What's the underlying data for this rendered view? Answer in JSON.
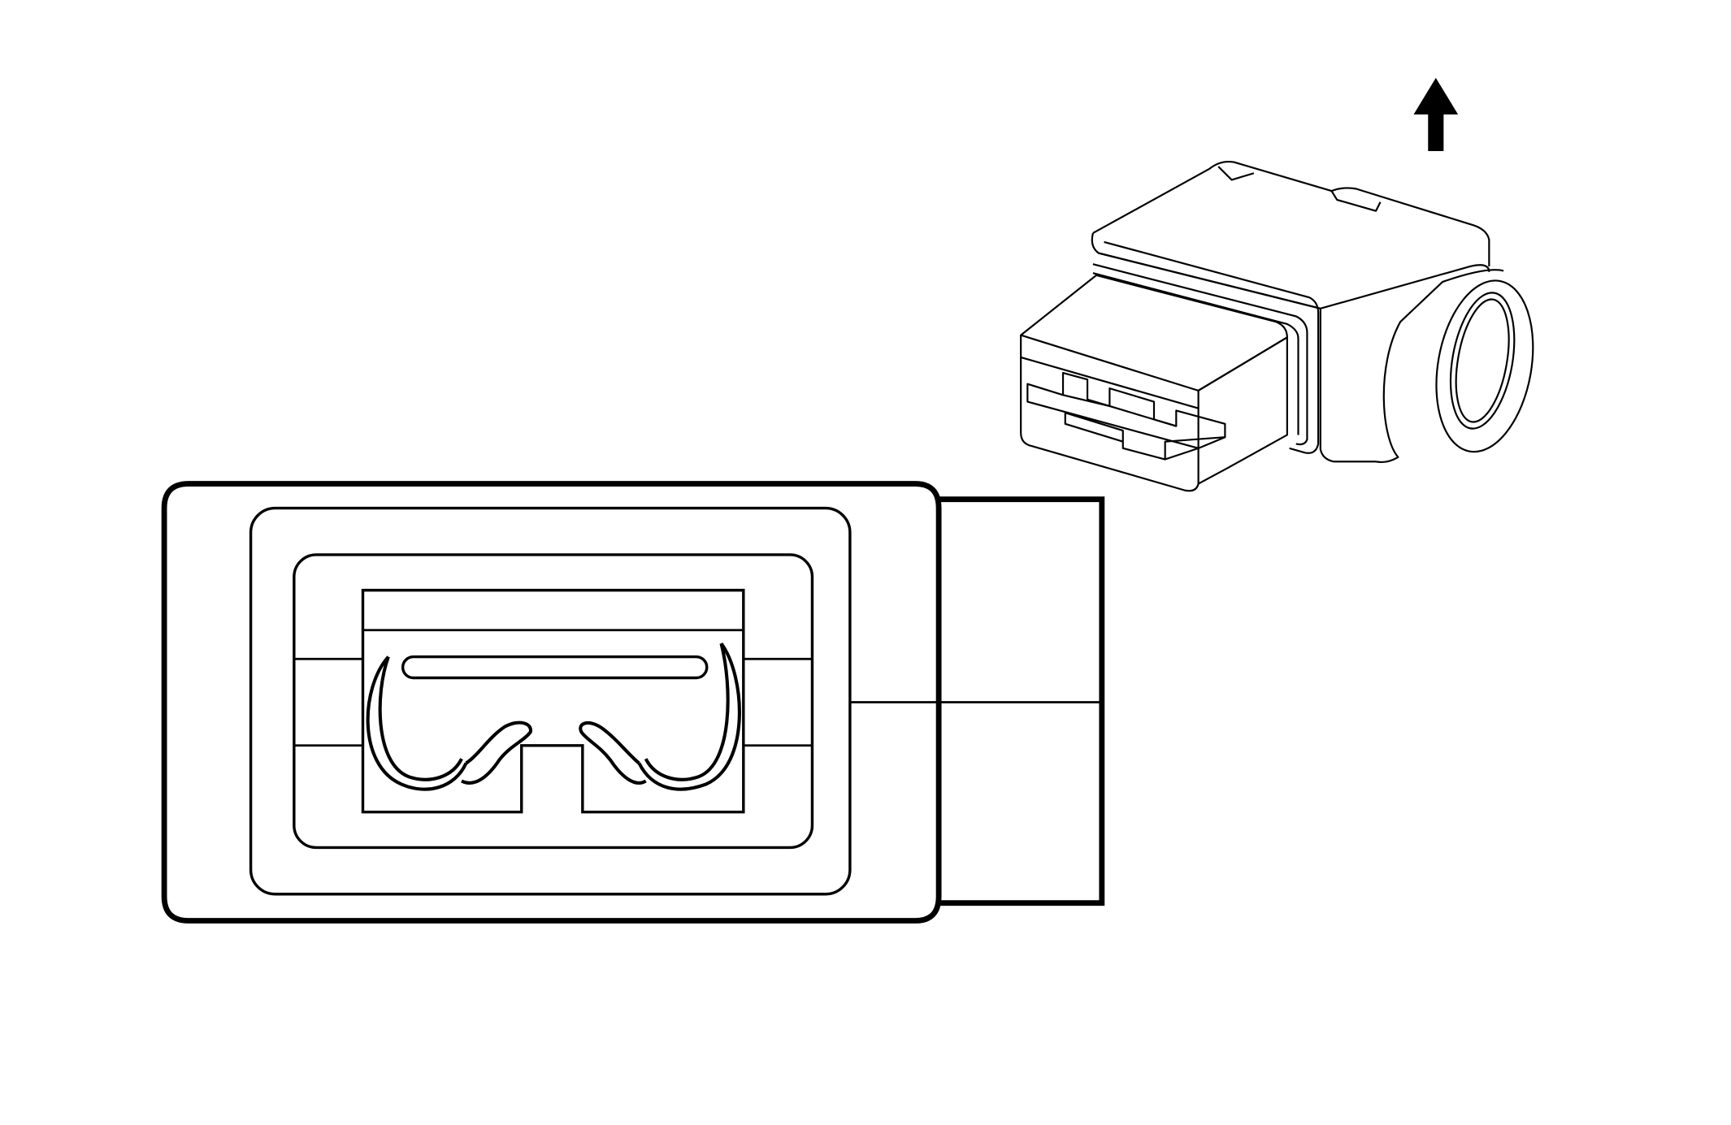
{
  "diagram": {
    "kind": "connector-face-and-isometric-view",
    "stroke_color": "#000000",
    "background_color": "#ffffff",
    "orientation_arrow": {
      "direction": "up"
    },
    "front_view": {
      "terminal_count": 2
    },
    "isometric_view": {
      "terminal_slots": 2
    }
  }
}
